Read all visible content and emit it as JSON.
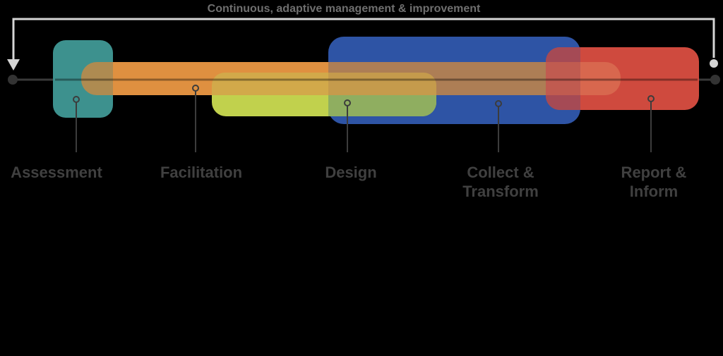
{
  "title": "Continuous, adaptive management & improvement",
  "phases": [
    {
      "id": "assessment",
      "label": "Assessment",
      "color": "#3d918e"
    },
    {
      "id": "facilitation",
      "label": "Facilitation",
      "color": "#df9040"
    },
    {
      "id": "design",
      "label": "Design",
      "color": "#c1d14d"
    },
    {
      "id": "collect-transform",
      "label": "Collect &\nTransform",
      "color": "#2e54a5"
    },
    {
      "id": "report-inform",
      "label": "Report &\nInform",
      "color": "#cf4a3e"
    }
  ],
  "overlaps": {
    "orange_over_teal": "#ae8b51",
    "orange_over_yellow": "#d2a94a",
    "orange_over_yellow_blue": "#c59b4c",
    "orange_over_blue": "#ad7e55",
    "yellow_over_blue": "#8fae60",
    "red_over_blue": "#a54a55",
    "orange_over_red_blue": "#c05b50",
    "orange_over_red": "#d8674e"
  },
  "timeline": {
    "line_color": "#3a3a3a",
    "dot_color": "#333333",
    "callout_color": "#3c3c3c"
  },
  "arc": {
    "color": "#d5d5d5"
  }
}
